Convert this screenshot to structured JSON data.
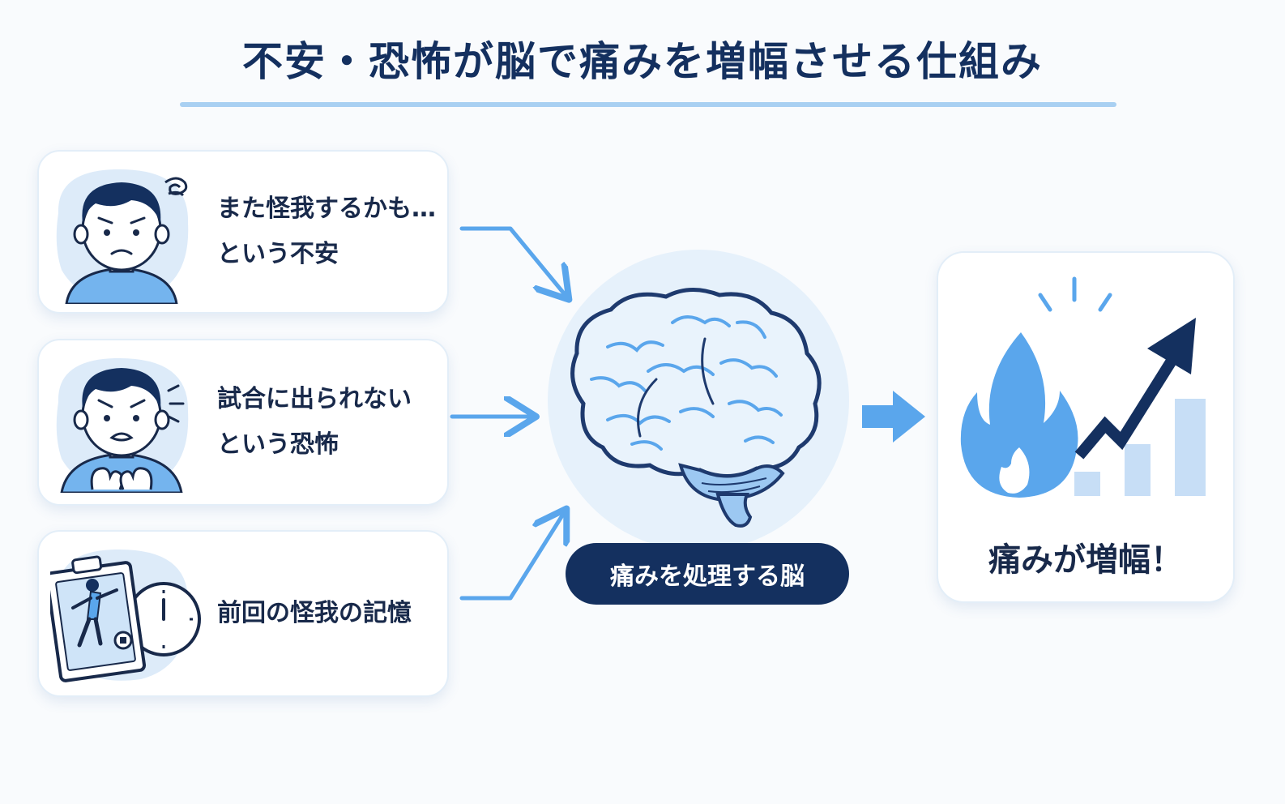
{
  "title": "不安・恐怖が脳で痛みを増幅させる仕組み",
  "causes": [
    {
      "line1": "また怪我するかも…",
      "line2": "という不安"
    },
    {
      "line1": "試合に出られない",
      "line2": "という恐怖"
    },
    {
      "line1": "前回の怪我の記憶",
      "line2": ""
    }
  ],
  "brain": {
    "label": "痛みを処理する脳"
  },
  "result": {
    "label": "痛みが増幅！"
  },
  "colors": {
    "navy": "#14305f",
    "accent_blue": "#5aa6ec",
    "light_blue": "#e6f1fb",
    "text": "#18294a"
  }
}
